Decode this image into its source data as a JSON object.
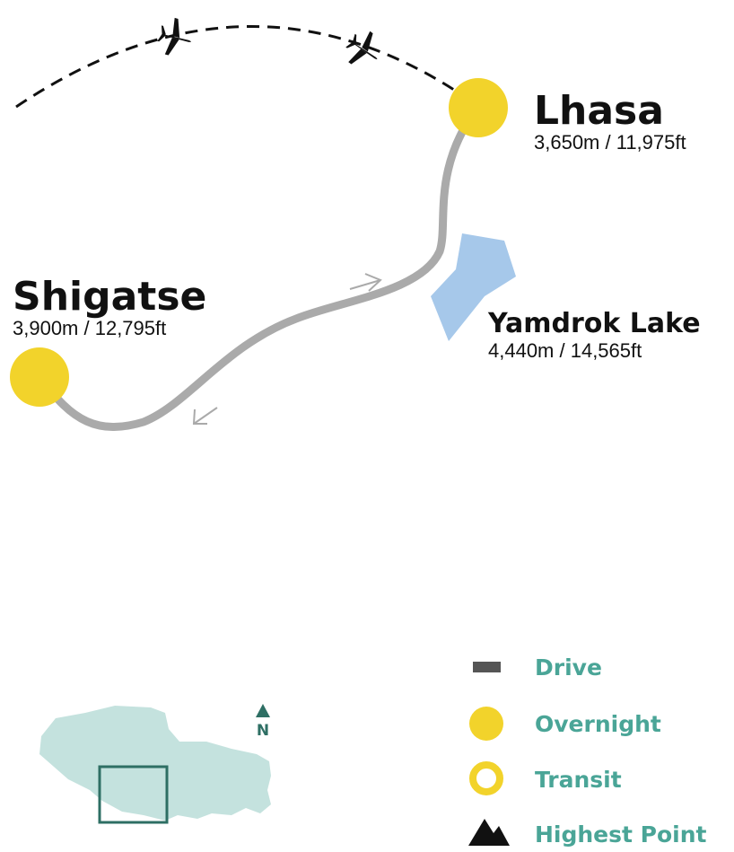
{
  "colors": {
    "flight": "#111111",
    "road": "#aaaaaa",
    "overnight": "#f2d32b",
    "lake": "#a6c8ea",
    "legend_text": "#4aa597",
    "inset_region": "#c4e2de",
    "inset_box": "#2e6f64"
  },
  "places": {
    "lhasa": {
      "name": "Lhasa",
      "altitude": "3,650m / 11,975ft"
    },
    "shigatse": {
      "name": "Shigatse",
      "altitude": "3,900m / 12,795ft"
    },
    "yamdrok": {
      "name": "Yamdrok Lake",
      "altitude": "4,440m / 14,565ft"
    }
  },
  "legend": {
    "drive": "Drive",
    "overnight": "Overnight",
    "transit": "Transit",
    "highest": "Highest Point"
  },
  "north": "N",
  "icons": {
    "flight": "plane-icon",
    "overnight": "yellow-circle-icon",
    "transit": "yellow-ring-icon",
    "highest": "mountain-icon",
    "north": "north-arrow-icon"
  }
}
